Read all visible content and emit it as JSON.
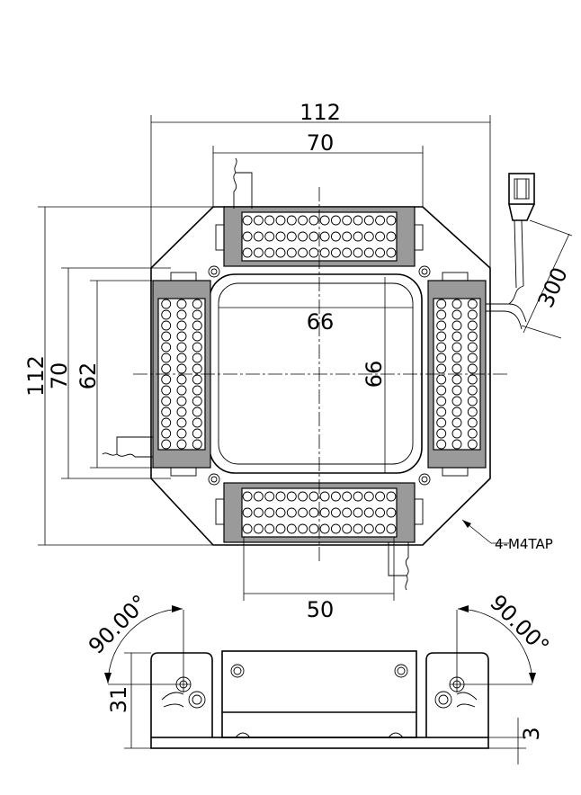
{
  "dimensions": {
    "overall_width": "112",
    "top_array_length": "70",
    "window_width": "66",
    "window_height": "66",
    "bottom_array_length": "50",
    "overall_height": "112",
    "side_array_length": "70",
    "side_pcb_length": "62",
    "cable_length": "300",
    "tap": "4-M4TAP",
    "angle_left": "90.00°",
    "angle_right": "90.00°",
    "side_height": "31",
    "base_thickness": "3"
  },
  "colors": {
    "line": "#000000",
    "led_housing": "#9a9a9a",
    "background": "#ffffff"
  },
  "led_arrays": {
    "horizontal": {
      "rows": 3,
      "cols": 14
    },
    "vertical": {
      "rows": 14,
      "cols": 3
    }
  }
}
